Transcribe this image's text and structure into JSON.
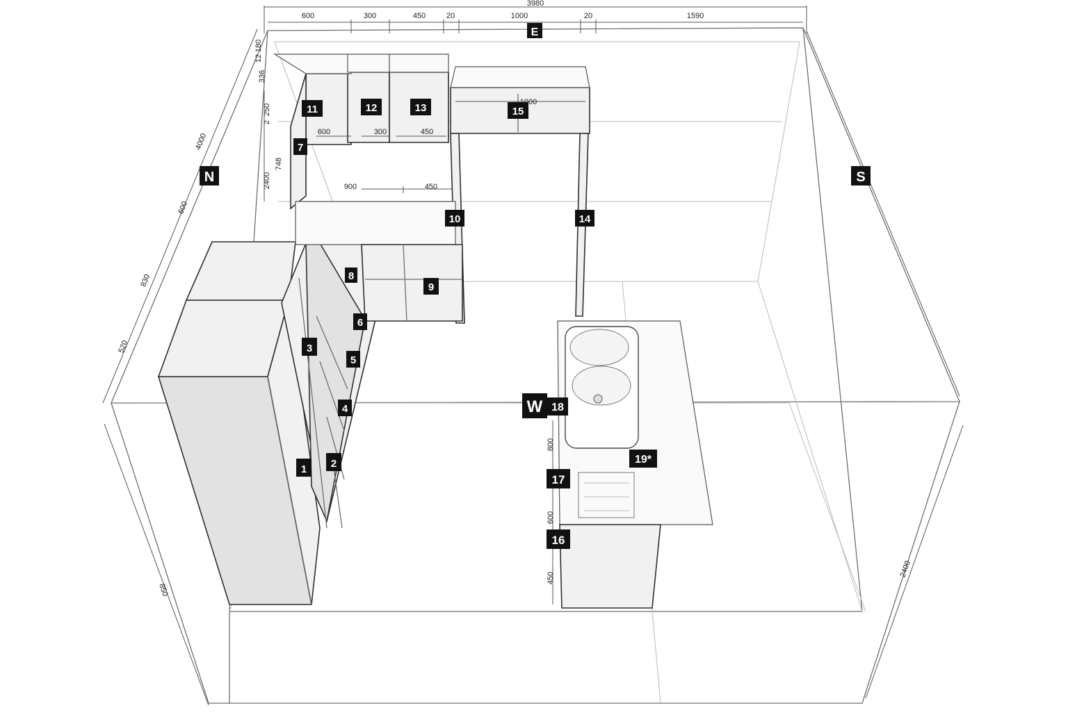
{
  "top_dimensions": [
    "3980",
    "600",
    "300",
    "450",
    "20",
    "1000",
    "20",
    "1590"
  ],
  "compass": {
    "north": "N",
    "east": "E",
    "south": "S",
    "west": "W"
  },
  "units": [
    {
      "tag": "1"
    },
    {
      "tag": "2"
    },
    {
      "tag": "3"
    },
    {
      "tag": "4"
    },
    {
      "tag": "5"
    },
    {
      "tag": "6"
    },
    {
      "tag": "7"
    },
    {
      "tag": "8"
    },
    {
      "tag": "9"
    },
    {
      "tag": "10"
    },
    {
      "tag": "11"
    },
    {
      "tag": "12"
    },
    {
      "tag": "13"
    },
    {
      "tag": "14"
    },
    {
      "tag": "15"
    },
    {
      "tag": "16"
    },
    {
      "tag": "17"
    },
    {
      "tag": "18"
    },
    {
      "tag": "19*"
    }
  ],
  "wall_unit_dimensions": [
    "600",
    "300",
    "450",
    "1000"
  ],
  "floor_dimensions": [
    "900",
    "450"
  ],
  "north_wall_dimensions": [
    "2400",
    "748",
    "250",
    "336",
    "180",
    "12",
    "2"
  ],
  "island_dimensions": [
    "800",
    "600",
    "450"
  ],
  "side_dimensions": [
    "4000",
    "520",
    "830",
    "600",
    "850"
  ],
  "height_dimension": "2400"
}
